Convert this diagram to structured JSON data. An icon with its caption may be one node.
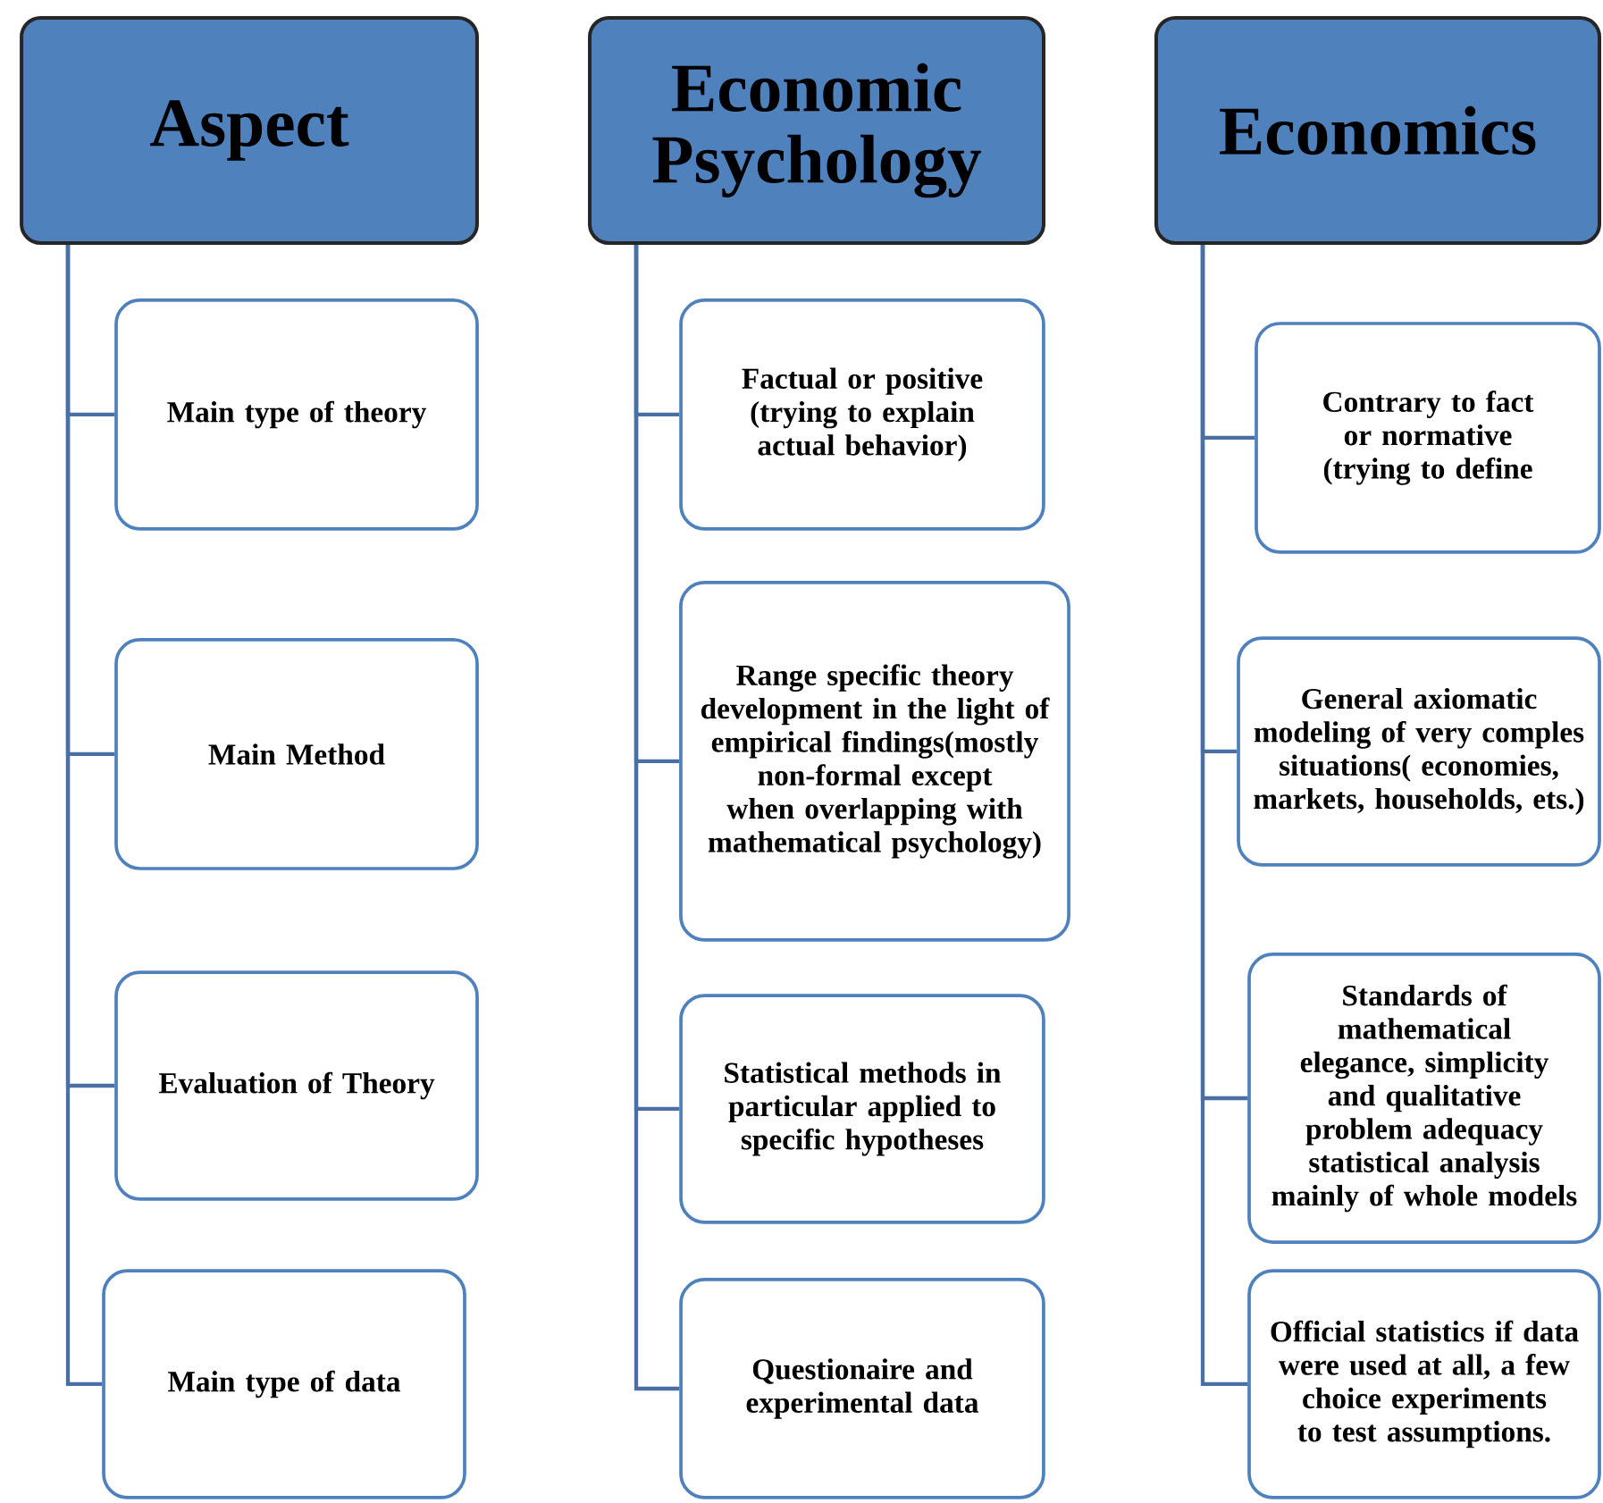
{
  "diagram": {
    "nodes": [
      {
        "text": [
          "Aspect"
        ]
      },
      {
        "text": [
          "Main type of theory"
        ]
      },
      {
        "text": [
          "Main Method"
        ]
      },
      {
        "text": [
          "Evaluation of Theory"
        ]
      },
      {
        "text": [
          "Main type of data"
        ]
      },
      {
        "text": [
          "Economic Psychology"
        ]
      },
      {
        "text": [
          "Factual or positive (trying to explain actual behavior)"
        ]
      },
      {
        "text": [
          "Range specific theory development in the light of empirical findings(mostly non-formal except when overlapping with mathematical psychology)"
        ]
      },
      {
        "text": [
          "Statistical methods in particular applied to specific hypotheses"
        ]
      },
      {
        "text": [
          "Questionaire and experimental data"
        ]
      },
      {
        "text": [
          "Economics"
        ]
      },
      {
        "text": [
          "Contrary to fact or normative (trying to define"
        ]
      },
      {
        "text": [
          "General axiomatic modeling of very comples situations( economies, markets, households, ets.)"
        ]
      },
      {
        "text": [
          "Standards of mathematical elegance, simplicity and qualitative problem adequacy statistical analysis mainly of whole models"
        ]
      },
      {
        "text": [
          "Official statistics if data were used at all, a few choice experiments to test assumptions."
        ]
      }
    ],
    "edges": [
      {
        "from": 0,
        "to": 1,
        "arrow": "none"
      },
      {
        "from": 0,
        "to": 2,
        "arrow": "none"
      },
      {
        "from": 0,
        "to": 3,
        "arrow": "none"
      },
      {
        "from": 0,
        "to": 4,
        "arrow": "none"
      },
      {
        "from": 5,
        "to": 6,
        "arrow": "none"
      },
      {
        "from": 5,
        "to": 7,
        "arrow": "none"
      },
      {
        "from": 5,
        "to": 8,
        "arrow": "none"
      },
      {
        "from": 5,
        "to": 9,
        "arrow": "none"
      },
      {
        "from": 10,
        "to": 11,
        "arrow": "none"
      },
      {
        "from": 10,
        "to": 12,
        "arrow": "none"
      },
      {
        "from": 10,
        "to": 13,
        "arrow": "none"
      },
      {
        "from": 10,
        "to": 14,
        "arrow": "none"
      }
    ]
  }
}
